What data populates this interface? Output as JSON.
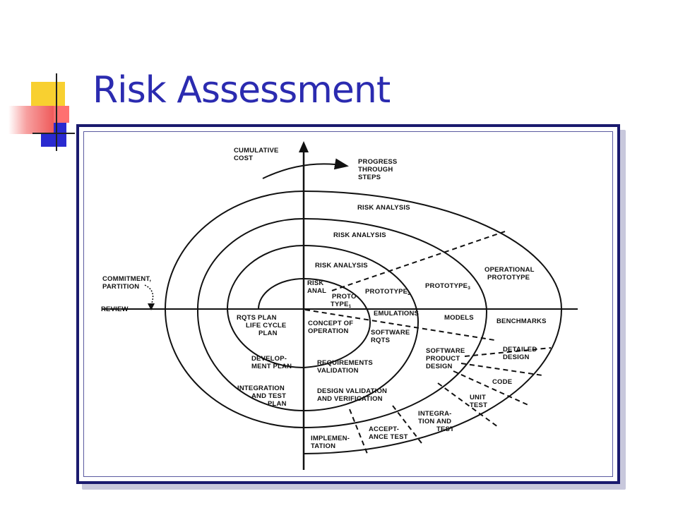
{
  "slide": {
    "title": "Risk Assessment",
    "colors": {
      "title": "#2b2bb0",
      "frame": "#1a1a6e",
      "deco_yellow": "#f8d030",
      "deco_blue": "#2a2ad0",
      "deco_red": "#ef5a5a"
    }
  },
  "diagram": {
    "axis_top": [
      "CUMULATIVE",
      "COST"
    ],
    "progress": [
      "PROGRESS",
      "THROUGH",
      "STEPS"
    ],
    "commitment": [
      "COMMITMENT,",
      "PARTITION"
    ],
    "review": "REVIEW",
    "risk_analysis_outer": "RISK ANALYSIS",
    "risk_analysis_2": "RISK ANALYSIS",
    "risk_analysis_3": "RISK ANALYSIS",
    "risk_anal": [
      "RISK",
      "ANAL"
    ],
    "proto_type": [
      "PROTO-",
      "TYPE"
    ],
    "proto_type_sub": "1",
    "prototype2": "PROTOTYPE",
    "prototype2_sub": "2",
    "prototype3": "PROTOTYPE",
    "prototype3_sub": "3",
    "operational_prototype": [
      "OPERATIONAL",
      "PROTOTYPE"
    ],
    "emulations": "EMULATIONS",
    "models": "MODELS",
    "benchmarks": "BENCHMARKS",
    "rqts_plan": [
      "RQTS PLAN",
      "LIFE CYCLE",
      "PLAN"
    ],
    "concept": [
      "CONCEPT OF",
      "OPERATION"
    ],
    "software_rqts": [
      "SOFTWARE",
      "RQTS"
    ],
    "software_product_design": [
      "SOFTWARE",
      "PRODUCT",
      "DESIGN"
    ],
    "detailed_design": [
      "DETAILED",
      "DESIGN"
    ],
    "development_plan": [
      "DEVELOP-",
      "MENT PLAN"
    ],
    "requirements_validation": [
      "REQUIREMENTS",
      "VALIDATION"
    ],
    "code": "CODE",
    "integration_test_plan": [
      "INTEGRATION",
      "AND TEST",
      "PLAN"
    ],
    "design_validation": [
      "DESIGN VALIDATION",
      "AND VERIFICATION"
    ],
    "unit_test": [
      "UNIT",
      "TEST"
    ],
    "integration_test": [
      "INTEGRA-",
      "TION AND",
      "TEST"
    ],
    "acceptance_test": [
      "ACCEPT-",
      "ANCE TEST"
    ],
    "implementation": [
      "IMPLEMEN-",
      "TATION"
    ]
  }
}
